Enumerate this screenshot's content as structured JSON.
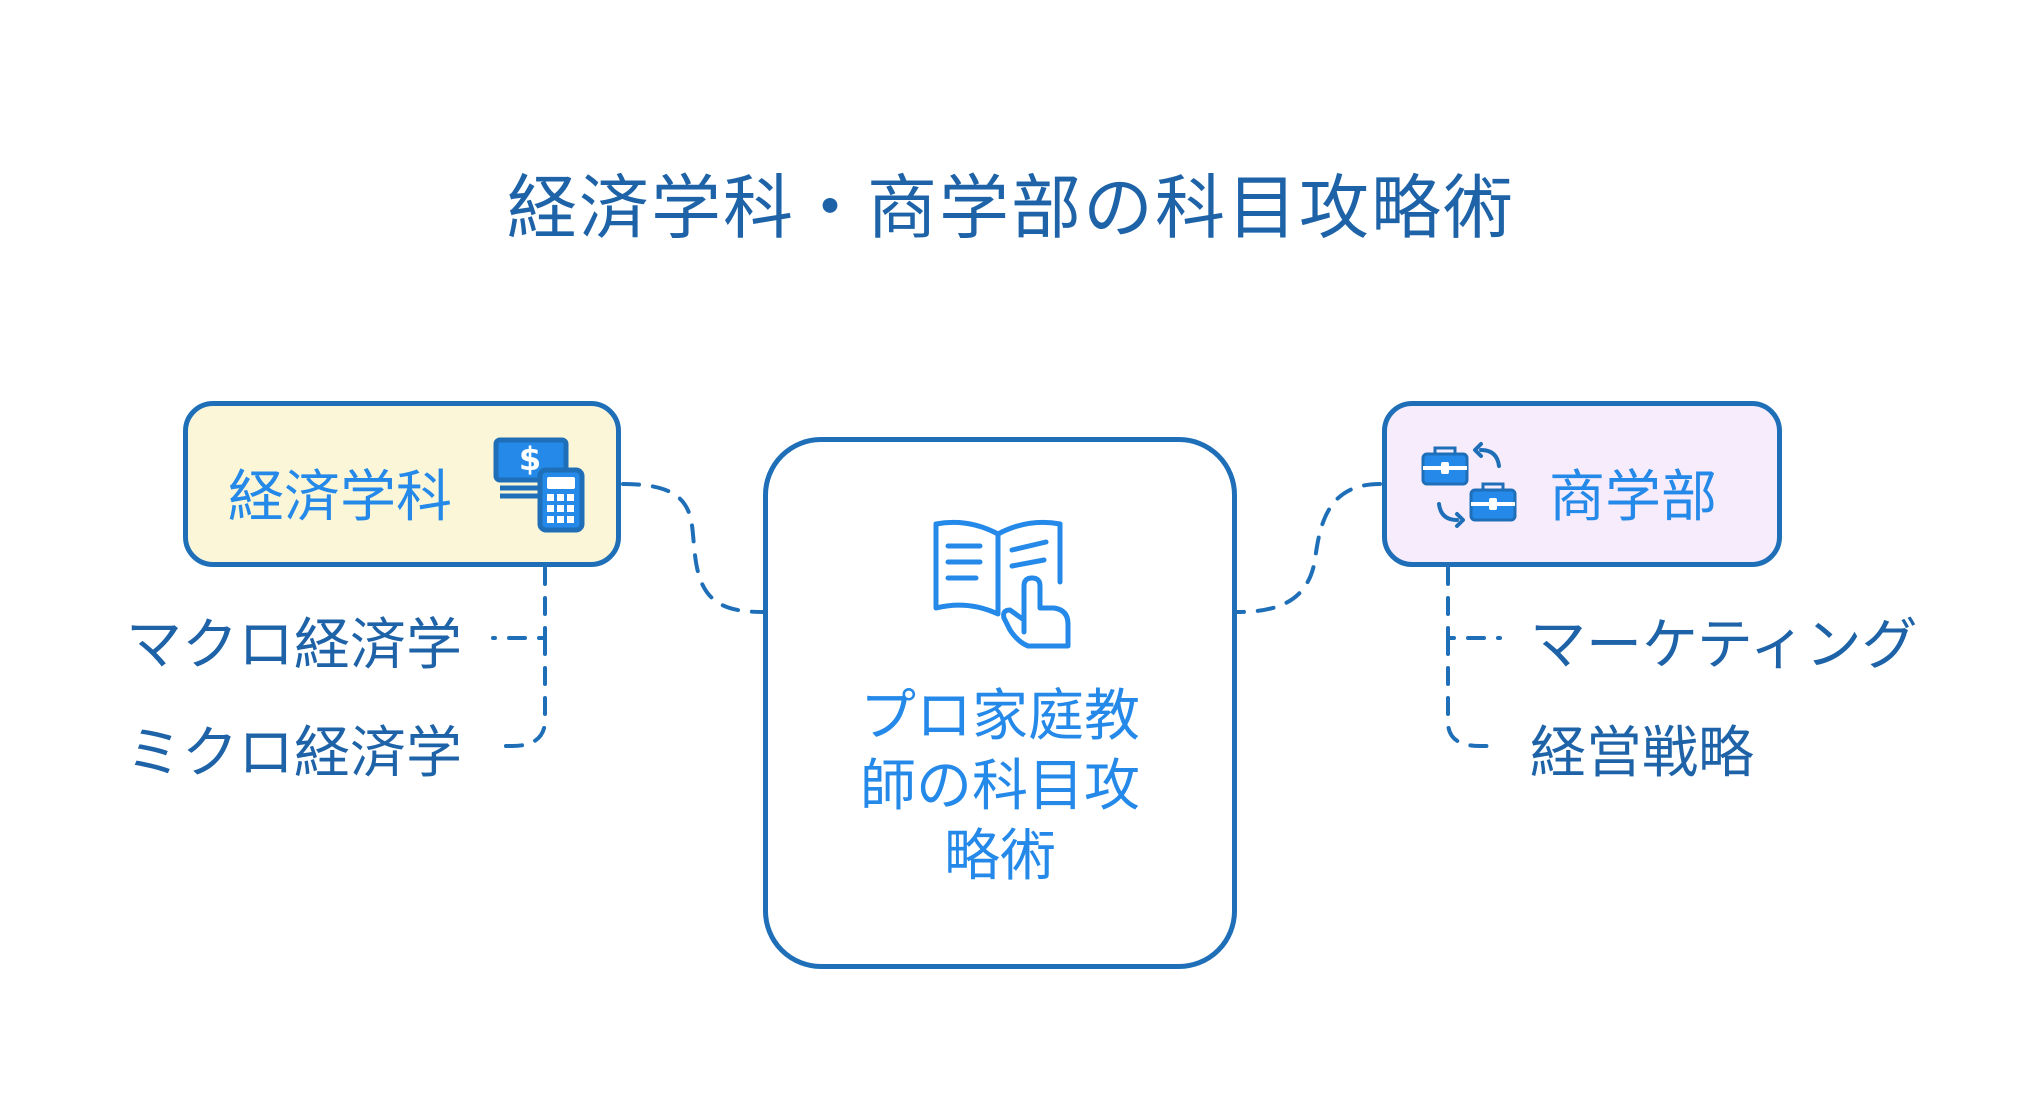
{
  "title": "経済学科・商学部の科目攻略術",
  "center": {
    "label_lines": [
      "プロ家庭教",
      "師の科目攻",
      "略術"
    ],
    "icon": "open-book-pointer-icon"
  },
  "left_node": {
    "label": "経済学科",
    "icon": "money-calculator-icon",
    "fill": "#fcf6d9",
    "children": [
      "マクロ経済学",
      "ミクロ経済学"
    ]
  },
  "right_node": {
    "label": "商学部",
    "icon": "briefcase-exchange-icon",
    "fill": "#f7ecfb",
    "children": [
      "マーケティング",
      "経営戦略"
    ]
  },
  "colors": {
    "stroke": "#1f6fb8",
    "title_text": "#1e63a8",
    "label_text": "#2489e8"
  }
}
